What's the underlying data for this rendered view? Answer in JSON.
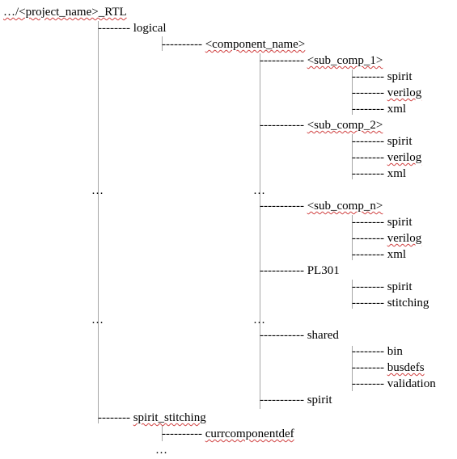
{
  "tree": {
    "root": "…/<project_name>_RTL",
    "connector_long": "-----------",
    "connector_mid": "----------",
    "connector_short": "--------",
    "ellipsis": "…",
    "logical": "logical",
    "component_name": "<component_name>",
    "sub_comp_1": "<sub_comp_1>",
    "sub_comp_2": "<sub_comp_2>",
    "sub_comp_n": "<sub_comp_n>",
    "spirit": "spirit",
    "verilog": "verilog",
    "xml": "xml",
    "pl301": "PL301",
    "stitching": "stitching",
    "shared": "shared",
    "bin": "bin",
    "busdefs": "busdefs",
    "validation": "validation",
    "spirit_stitching": "spirit_stitching",
    "currcomponentdef": "currcomponentdef"
  }
}
